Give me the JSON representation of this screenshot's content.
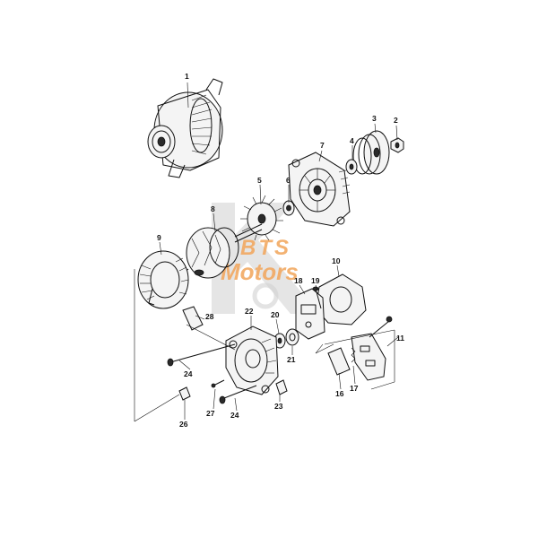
{
  "watermark": {
    "line1": "BTS",
    "line2": "Motors",
    "color_text": "#f2a55a",
    "color_shape": "#d0d0d0"
  },
  "callouts": [
    {
      "id": "c1",
      "label": "1"
    },
    {
      "id": "c2",
      "label": "2"
    },
    {
      "id": "c3",
      "label": "3"
    },
    {
      "id": "c4",
      "label": "4"
    },
    {
      "id": "c5",
      "label": "5"
    },
    {
      "id": "c6",
      "label": "6"
    },
    {
      "id": "c7",
      "label": "7"
    },
    {
      "id": "c8",
      "label": "8"
    },
    {
      "id": "c9",
      "label": "9"
    },
    {
      "id": "c10",
      "label": "10"
    },
    {
      "id": "c11",
      "label": "11"
    },
    {
      "id": "c16",
      "label": "16"
    },
    {
      "id": "c17",
      "label": "17"
    },
    {
      "id": "c18",
      "label": "18"
    },
    {
      "id": "c19",
      "label": "19"
    },
    {
      "id": "c20",
      "label": "20"
    },
    {
      "id": "c21",
      "label": "21"
    },
    {
      "id": "c22",
      "label": "22"
    },
    {
      "id": "c23",
      "label": "23"
    },
    {
      "id": "c24a",
      "label": "24"
    },
    {
      "id": "c24b",
      "label": "24"
    },
    {
      "id": "c26",
      "label": "26"
    },
    {
      "id": "c27",
      "label": "27"
    },
    {
      "id": "c28",
      "label": "28"
    }
  ]
}
